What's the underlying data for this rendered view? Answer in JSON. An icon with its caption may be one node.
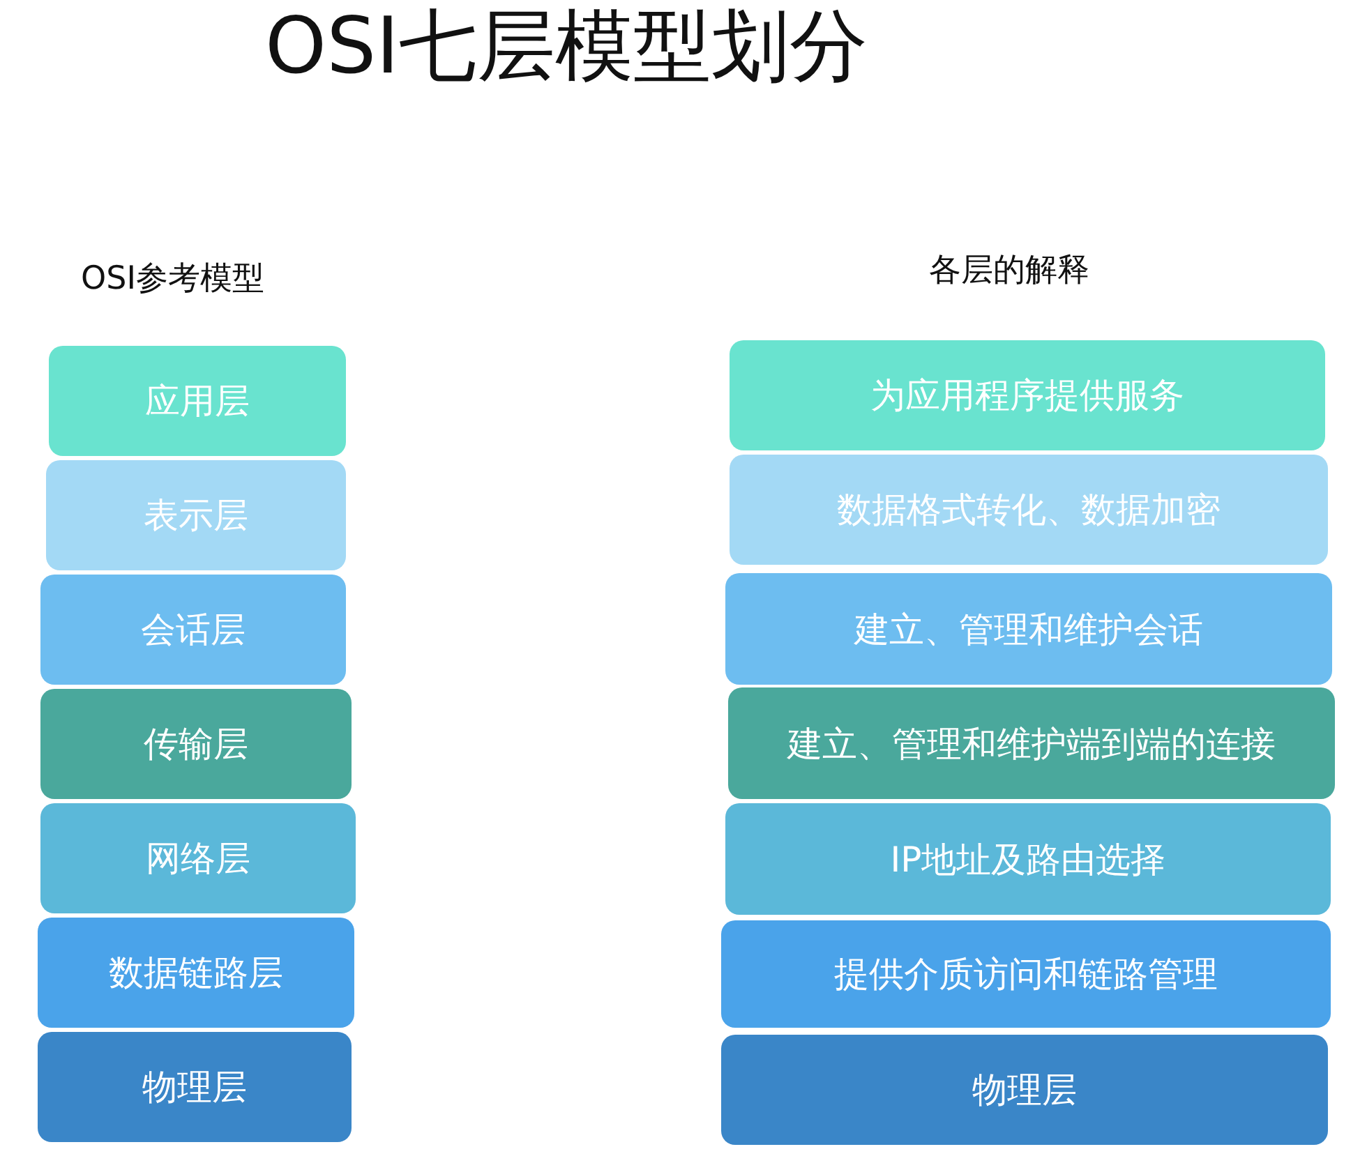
{
  "diagram": {
    "title": "OSI七层模型划分",
    "nodes": [
      {
        "text": [
          "应用层"
        ]
      },
      {
        "text": [
          "表示层"
        ]
      },
      {
        "text": [
          "会话层"
        ]
      },
      {
        "text": [
          "传输层"
        ]
      },
      {
        "text": [
          "网络层"
        ]
      },
      {
        "text": [
          "数据链路层"
        ]
      },
      {
        "text": [
          "物理层"
        ]
      },
      {
        "text": [
          "为应用程序提供服务"
        ]
      },
      {
        "text": [
          "数据格式转化、数据加密"
        ]
      },
      {
        "text": [
          "建立、管理和维护会话"
        ]
      },
      {
        "text": [
          "建立、管理和维护端到端的连接"
        ]
      },
      {
        "text": [
          "IP地址及路由选择"
        ]
      },
      {
        "text": [
          "提供介质访问和链路管理"
        ]
      },
      {
        "text": [
          "物理层"
        ]
      }
    ],
    "edges": [],
    "labels": [
      "OSI参考模型",
      "各层的解释"
    ]
  }
}
